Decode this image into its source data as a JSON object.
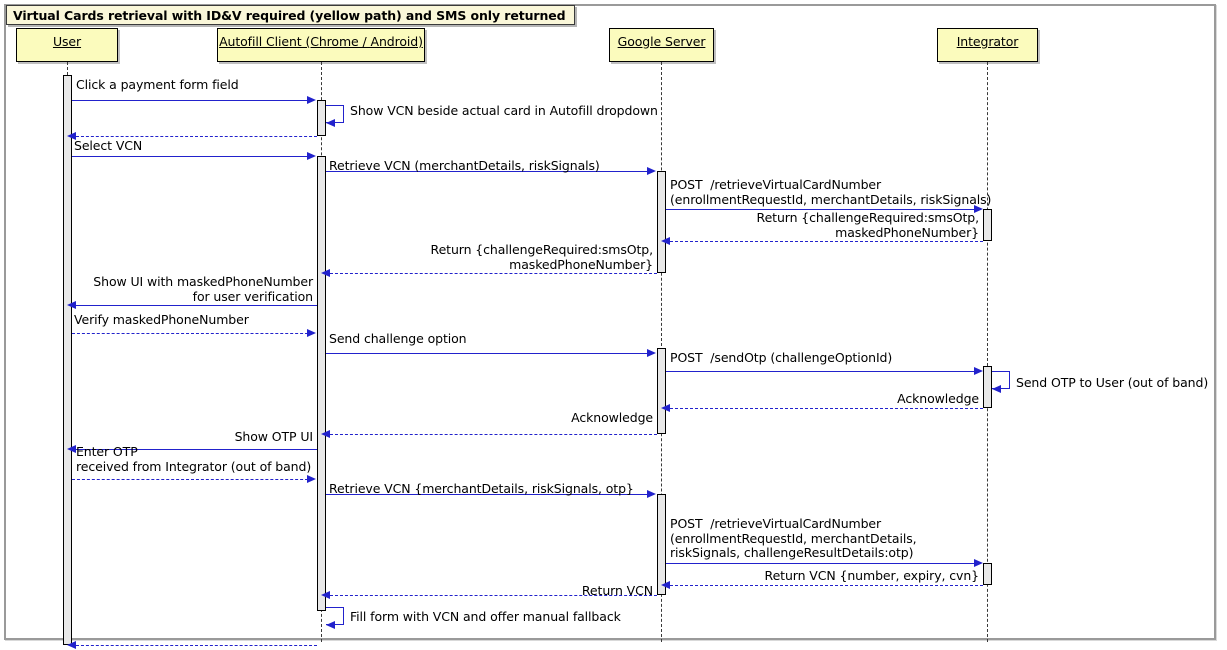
{
  "diagram": {
    "title": "Virtual Cards retrieval with ID&V required (yellow path) and SMS only returned",
    "type": "uml-sequence-diagram",
    "colors": {
      "participant_fill": "#fbfbbd",
      "title_fill": "#faf7d9",
      "arrow": "#2222cc",
      "activation_fill": "#e8e8e8",
      "frame_border": "#9a9a9a"
    },
    "participants": [
      {
        "id": "user",
        "label": "User"
      },
      {
        "id": "autofill",
        "label": "Autofill Client (Chrome / Android)"
      },
      {
        "id": "google",
        "label": "Google Server"
      },
      {
        "id": "integrator",
        "label": "Integrator"
      }
    ],
    "messages": [
      {
        "n": 1,
        "from": "user",
        "to": "autofill",
        "style": "solid",
        "dir": "right",
        "text": "Click a payment form field"
      },
      {
        "n": 2,
        "from": "autofill",
        "to": "autofill",
        "style": "self",
        "dir": "self",
        "text": "Show VCN beside actual card in Autofill dropdown"
      },
      {
        "n": 3,
        "from": "autofill",
        "to": "user",
        "style": "dashed",
        "dir": "left",
        "text": ""
      },
      {
        "n": 4,
        "from": "user",
        "to": "autofill",
        "style": "solid",
        "dir": "right",
        "text": "Select VCN"
      },
      {
        "n": 5,
        "from": "autofill",
        "to": "google",
        "style": "solid",
        "dir": "right",
        "text": "Retrieve VCN (merchantDetails, riskSignals)"
      },
      {
        "n": 6,
        "from": "google",
        "to": "integrator",
        "style": "solid",
        "dir": "right",
        "text": "POST  /retrieveVirtualCardNumber\n(enrollmentRequestId, merchantDetails, riskSignals)"
      },
      {
        "n": 7,
        "from": "integrator",
        "to": "google",
        "style": "dashed",
        "dir": "left",
        "text": "Return {challengeRequired:smsOtp,\nmaskedPhoneNumber}"
      },
      {
        "n": 8,
        "from": "google",
        "to": "autofill",
        "style": "dashed",
        "dir": "left",
        "text": "Return {challengeRequired:smsOtp,\nmaskedPhoneNumber}"
      },
      {
        "n": 9,
        "from": "autofill",
        "to": "user",
        "style": "solid",
        "dir": "left",
        "text": "Show UI with maskedPhoneNumber\nfor user verification"
      },
      {
        "n": 10,
        "from": "user",
        "to": "autofill",
        "style": "dashed",
        "dir": "right",
        "text": "Verify maskedPhoneNumber"
      },
      {
        "n": 11,
        "from": "autofill",
        "to": "google",
        "style": "solid",
        "dir": "right",
        "text": "Send challenge option"
      },
      {
        "n": 12,
        "from": "google",
        "to": "integrator",
        "style": "solid",
        "dir": "right",
        "text": "POST  /sendOtp (challengeOptionId)"
      },
      {
        "n": 13,
        "from": "integrator",
        "to": "integrator",
        "style": "self",
        "dir": "self",
        "text": "Send OTP to User (out of band)"
      },
      {
        "n": 14,
        "from": "integrator",
        "to": "google",
        "style": "dashed",
        "dir": "left",
        "text": "Acknowledge"
      },
      {
        "n": 15,
        "from": "google",
        "to": "autofill",
        "style": "dashed",
        "dir": "left",
        "text": "Acknowledge"
      },
      {
        "n": 16,
        "from": "autofill",
        "to": "user",
        "style": "solid",
        "dir": "left",
        "text": "Show OTP UI"
      },
      {
        "n": 17,
        "from": "user",
        "to": "autofill",
        "style": "dashed",
        "dir": "right",
        "text": "Enter OTP\nreceived from Integrator (out of band)"
      },
      {
        "n": 18,
        "from": "autofill",
        "to": "google",
        "style": "solid",
        "dir": "right",
        "text": "Retrieve VCN {merchantDetails, riskSignals, otp}"
      },
      {
        "n": 19,
        "from": "google",
        "to": "integrator",
        "style": "solid",
        "dir": "right",
        "text": "POST  /retrieveVirtualCardNumber\n(enrollmentRequestId, merchantDetails,\nriskSignals, challengeResultDetails:otp)"
      },
      {
        "n": 20,
        "from": "integrator",
        "to": "google",
        "style": "dashed",
        "dir": "left",
        "text": "Return VCN {number, expiry, cvn}"
      },
      {
        "n": 21,
        "from": "google",
        "to": "autofill",
        "style": "dashed",
        "dir": "left",
        "text": "Return VCN"
      },
      {
        "n": 22,
        "from": "autofill",
        "to": "autofill",
        "style": "self",
        "dir": "self",
        "text": "Fill form with VCN and offer manual fallback"
      },
      {
        "n": 23,
        "from": "autofill",
        "to": "user",
        "style": "dashed",
        "dir": "left",
        "text": ""
      }
    ]
  }
}
